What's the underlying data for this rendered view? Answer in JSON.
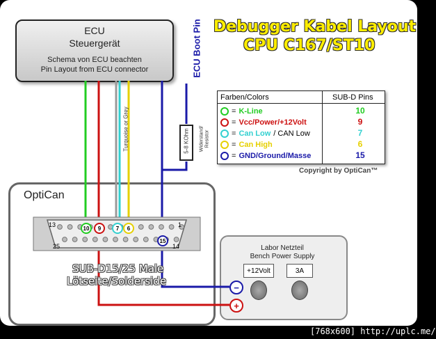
{
  "title": {
    "line1": "Debugger Kabel Layout",
    "line2": "CPU C167/ST10"
  },
  "ecu": {
    "name": "ECU",
    "subtitle": "Steuergerät",
    "note1": "Schema von ECU beachten",
    "note2": "Pin Layout from ECU connector"
  },
  "ecu_boot_pin": "ECU Boot Pin",
  "wire_note": "Turquoise or Grey",
  "resistor": {
    "value": "5-8 KOhm",
    "label1": "Widerstand/",
    "label2": "Resistor"
  },
  "legend": {
    "header_left": "Farben/Colors",
    "header_right": "SUB-D Pins",
    "rows": [
      {
        "eq": "=",
        "label": "K-Line",
        "label_extra": "",
        "pin": "10",
        "color": "#22cc22"
      },
      {
        "eq": "=",
        "label": "Vcc/Power/+12Volt",
        "label_extra": "",
        "pin": "9",
        "color": "#cc1111"
      },
      {
        "eq": "=",
        "label": "Can Low",
        "label_extra": " / CAN Low",
        "pin": "7",
        "color": "#33d0d0"
      },
      {
        "eq": "=",
        "label": "Can High",
        "label_extra": "",
        "pin": "6",
        "color": "#e6d000"
      },
      {
        "eq": "=",
        "label": "GND/Ground/Masse",
        "label_extra": "",
        "pin": "15",
        "color": "#1a1aa8"
      }
    ]
  },
  "copyright": "Copyright by OptiCan™",
  "optican": {
    "title": "OptiCan",
    "connector_label1": "SUB-D15/25 Male",
    "connector_label2": "Lötseite/Solderside",
    "pin_corner_13": "13",
    "pin_corner_1": "1",
    "pin_corner_25": "25",
    "pin_corner_14": "14",
    "pins": {
      "k": "10",
      "vcc": "9",
      "canl": "7",
      "canh": "6",
      "gnd": "15"
    }
  },
  "psu": {
    "title1": "Labor Netzteil",
    "title2": "Bench Power Supply",
    "voltage": "+12Volt",
    "current": "3A",
    "minus": "−",
    "plus": "+"
  },
  "watermark": "[768x600] http://uplc.me/",
  "colors": {
    "green": "#22cc22",
    "red": "#cc1111",
    "cyan": "#33d0d0",
    "grey": "#9a9a9a",
    "yellow": "#e6d000",
    "blue": "#1a1aa8"
  }
}
